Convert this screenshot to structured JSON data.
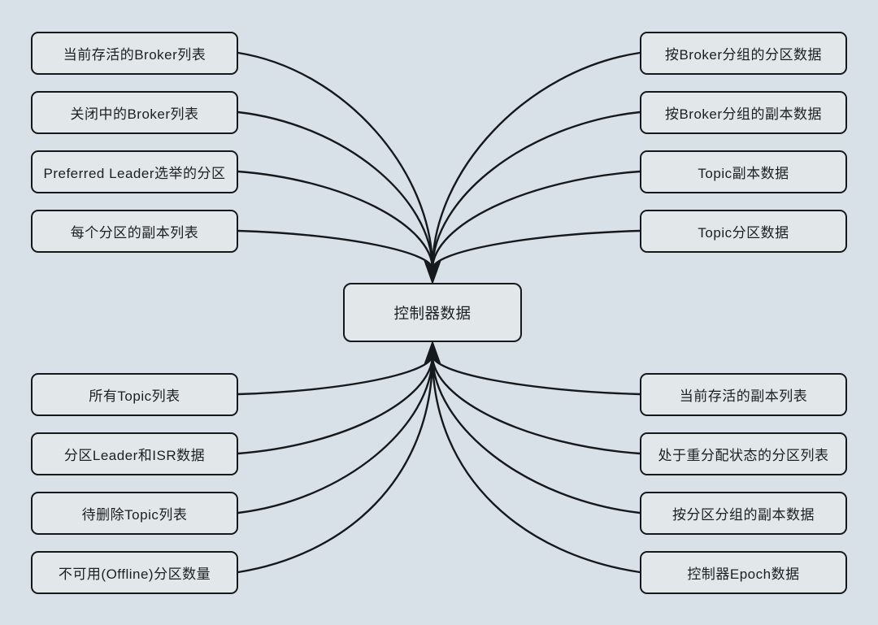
{
  "diagram": {
    "center_node": "控制器数据",
    "top_left_nodes": [
      "当前存活的Broker列表",
      "关闭中的Broker列表",
      "Preferred Leader选举的分区",
      "每个分区的副本列表"
    ],
    "top_right_nodes": [
      "按Broker分组的分区数据",
      "按Broker分组的副本数据",
      "Topic副本数据",
      "Topic分区数据"
    ],
    "bottom_left_nodes": [
      "所有Topic列表",
      "分区Leader和ISR数据",
      "待删除Topic列表",
      "不可用(Offline)分区数量"
    ],
    "bottom_right_nodes": [
      "当前存活的副本列表",
      "处于重分配状态的分区列表",
      "按分区分组的副本数据",
      "控制器Epoch数据"
    ]
  },
  "colors": {
    "background": "#d8e1e7",
    "node_fill": "#e2e7ea",
    "stroke": "#16191c",
    "text": "#1c1f22"
  }
}
